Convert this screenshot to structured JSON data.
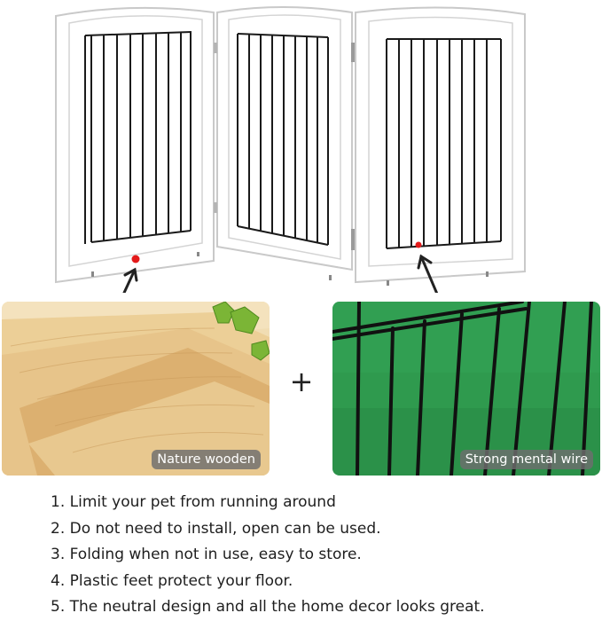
{
  "labels": {
    "wood": "Nature wooden",
    "wire": "Strong mental wire",
    "plus": "+"
  },
  "features": [
    "1. Limit your pet from running around",
    "2. Do not need to install, open can be used.",
    "3. Folding when not in use, easy to store.",
    "4. Plastic feet protect your floor.",
    "5. The neutral design and all the home decor looks great."
  ],
  "colors": {
    "frame": "#ffffff",
    "wire": "#1a1a1a",
    "marker": "#e31a1a",
    "grass": "#2f9a4e",
    "wood": "#e9cf9a"
  }
}
